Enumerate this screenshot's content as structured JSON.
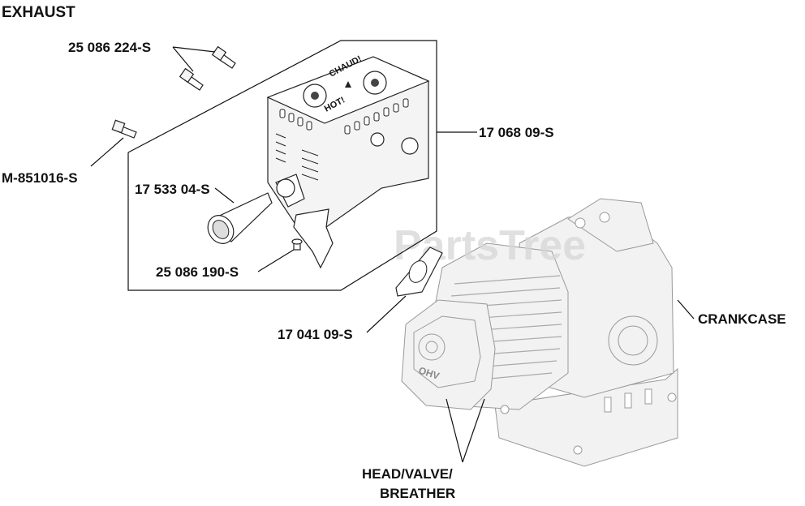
{
  "title": "EXHAUST",
  "watermark": "PartsTree",
  "callouts": {
    "bolt_upper": "25 086 224-S",
    "bolt_left": "M-851016-S",
    "muffler": "17 068 09-S",
    "spark_arrestor": "17 533 04-S",
    "screw": "25 086 190-S",
    "gasket": "17 041 09-S",
    "crankcase": "CRANKCASE",
    "head_line1": "HEAD/VALVE/",
    "head_line2": "BREATHER"
  },
  "decals": {
    "chaud": "CHAUD!",
    "hot": "HOT!",
    "engine_brand": "OHV"
  }
}
